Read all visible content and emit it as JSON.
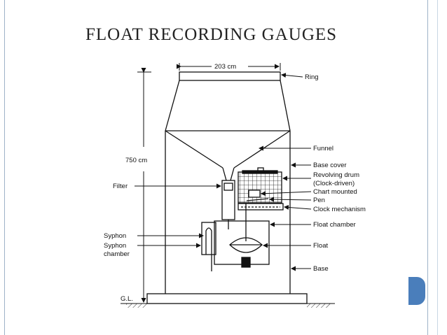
{
  "slide": {
    "title": "FLOAT RECORDING GAUGES",
    "accent_color": "#4a7ebb"
  },
  "diagram": {
    "dimensions": {
      "width": "203 cm",
      "height": "750 cm"
    },
    "ground_label": "G.L.",
    "labels_right": {
      "ring": "Ring",
      "funnel": "Funnel",
      "base_cover": "Base cover",
      "revolving_drum_1": "Revolving drum",
      "revolving_drum_2": "(Clock-driven)",
      "chart_mounted": "Chart mounted",
      "pen": "Pen",
      "clock_mechanism": "Clock mechanism",
      "float_chamber": "Float chamber",
      "float": "Float",
      "base": "Base"
    },
    "labels_left": {
      "filter": "Filter",
      "syphon": "Syphon",
      "syphon_chamber_1": "Syphon",
      "syphon_chamber_2": "chamber"
    }
  }
}
